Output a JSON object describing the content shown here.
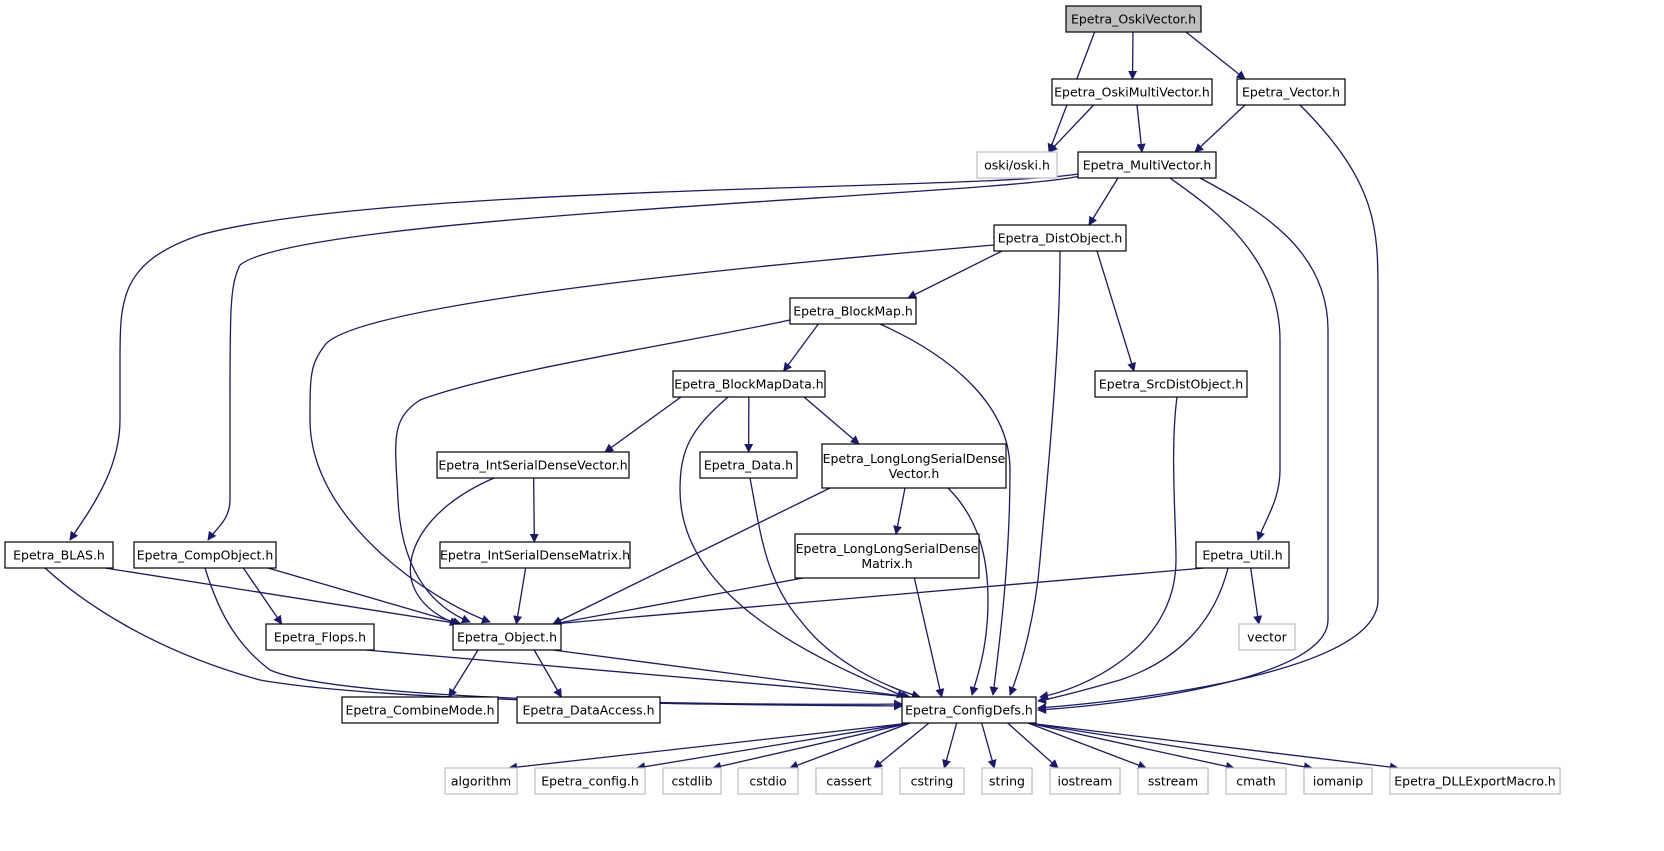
{
  "diagram": {
    "colors": {
      "edge": "#191970",
      "node_border": "#000000",
      "external_border": "#bfbfbf",
      "root_fill": "#bfbfbf",
      "node_fill": "#ffffff"
    },
    "nodes": [
      {
        "id": "oskivector",
        "lines": [
          "Epetra_OskiVector.h"
        ],
        "kind": "root"
      },
      {
        "id": "oskimultivector",
        "lines": [
          "Epetra_OskiMultiVector.h"
        ],
        "kind": "internal"
      },
      {
        "id": "vector",
        "lines": [
          "Epetra_Vector.h"
        ],
        "kind": "internal"
      },
      {
        "id": "oski",
        "lines": [
          "oski/oski.h"
        ],
        "kind": "external"
      },
      {
        "id": "multivector",
        "lines": [
          "Epetra_MultiVector.h"
        ],
        "kind": "internal"
      },
      {
        "id": "distobject",
        "lines": [
          "Epetra_DistObject.h"
        ],
        "kind": "internal"
      },
      {
        "id": "blockmap",
        "lines": [
          "Epetra_BlockMap.h"
        ],
        "kind": "internal"
      },
      {
        "id": "srcdistobject",
        "lines": [
          "Epetra_SrcDistObject.h"
        ],
        "kind": "internal"
      },
      {
        "id": "blockmapdata",
        "lines": [
          "Epetra_BlockMapData.h"
        ],
        "kind": "internal"
      },
      {
        "id": "intserialdensevector",
        "lines": [
          "Epetra_IntSerialDenseVector.h"
        ],
        "kind": "internal"
      },
      {
        "id": "data",
        "lines": [
          "Epetra_Data.h"
        ],
        "kind": "internal"
      },
      {
        "id": "longlongserialdensevector",
        "lines": [
          "Epetra_LongLongSerialDense",
          "Vector.h"
        ],
        "kind": "internal"
      },
      {
        "id": "blas",
        "lines": [
          "Epetra_BLAS.h"
        ],
        "kind": "internal"
      },
      {
        "id": "compobject",
        "lines": [
          "Epetra_CompObject.h"
        ],
        "kind": "internal"
      },
      {
        "id": "intserialdensematrix",
        "lines": [
          "Epetra_IntSerialDenseMatrix.h"
        ],
        "kind": "internal"
      },
      {
        "id": "longlongserialdensematrix",
        "lines": [
          "Epetra_LongLongSerialDense",
          "Matrix.h"
        ],
        "kind": "internal"
      },
      {
        "id": "util",
        "lines": [
          "Epetra_Util.h"
        ],
        "kind": "internal"
      },
      {
        "id": "flops",
        "lines": [
          "Epetra_Flops.h"
        ],
        "kind": "internal"
      },
      {
        "id": "object",
        "lines": [
          "Epetra_Object.h"
        ],
        "kind": "internal"
      },
      {
        "id": "vectorstd",
        "lines": [
          "vector"
        ],
        "kind": "external"
      },
      {
        "id": "combinemode",
        "lines": [
          "Epetra_CombineMode.h"
        ],
        "kind": "internal"
      },
      {
        "id": "dataaccess",
        "lines": [
          "Epetra_DataAccess.h"
        ],
        "kind": "internal"
      },
      {
        "id": "configdefs",
        "lines": [
          "Epetra_ConfigDefs.h"
        ],
        "kind": "internal"
      },
      {
        "id": "algorithm",
        "lines": [
          "algorithm"
        ],
        "kind": "external"
      },
      {
        "id": "config",
        "lines": [
          "Epetra_config.h"
        ],
        "kind": "external"
      },
      {
        "id": "cstdlib",
        "lines": [
          "cstdlib"
        ],
        "kind": "external"
      },
      {
        "id": "cstdio",
        "lines": [
          "cstdio"
        ],
        "kind": "external"
      },
      {
        "id": "cassert",
        "lines": [
          "cassert"
        ],
        "kind": "external"
      },
      {
        "id": "cstring",
        "lines": [
          "cstring"
        ],
        "kind": "external"
      },
      {
        "id": "string",
        "lines": [
          "string"
        ],
        "kind": "external"
      },
      {
        "id": "iostream",
        "lines": [
          "iostream"
        ],
        "kind": "external"
      },
      {
        "id": "sstream",
        "lines": [
          "sstream"
        ],
        "kind": "external"
      },
      {
        "id": "cmath",
        "lines": [
          "cmath"
        ],
        "kind": "external"
      },
      {
        "id": "iomanip",
        "lines": [
          "iomanip"
        ],
        "kind": "external"
      },
      {
        "id": "dllexport",
        "lines": [
          "Epetra_DLLExportMacro.h"
        ],
        "kind": "external"
      }
    ],
    "edges": [
      {
        "from": "oskivector",
        "to": "oskimultivector"
      },
      {
        "from": "oskivector",
        "to": "vector"
      },
      {
        "from": "oskivector",
        "to": "oski"
      },
      {
        "from": "oskimultivector",
        "to": "oski"
      },
      {
        "from": "oskimultivector",
        "to": "multivector"
      },
      {
        "from": "vector",
        "to": "multivector"
      },
      {
        "from": "vector",
        "to": "configdefs"
      },
      {
        "from": "multivector",
        "to": "distobject"
      },
      {
        "from": "multivector",
        "to": "blas"
      },
      {
        "from": "multivector",
        "to": "compobject"
      },
      {
        "from": "multivector",
        "to": "util"
      },
      {
        "from": "multivector",
        "to": "configdefs"
      },
      {
        "from": "distobject",
        "to": "blockmap"
      },
      {
        "from": "distobject",
        "to": "srcdistobject"
      },
      {
        "from": "distobject",
        "to": "object"
      },
      {
        "from": "distobject",
        "to": "configdefs"
      },
      {
        "from": "blockmap",
        "to": "blockmapdata"
      },
      {
        "from": "blockmap",
        "to": "object"
      },
      {
        "from": "blockmap",
        "to": "configdefs"
      },
      {
        "from": "srcdistobject",
        "to": "configdefs"
      },
      {
        "from": "blockmapdata",
        "to": "intserialdensevector"
      },
      {
        "from": "blockmapdata",
        "to": "data"
      },
      {
        "from": "blockmapdata",
        "to": "longlongserialdensevector"
      },
      {
        "from": "blockmapdata",
        "to": "configdefs"
      },
      {
        "from": "intserialdensevector",
        "to": "intserialdensematrix"
      },
      {
        "from": "intserialdensevector",
        "to": "object"
      },
      {
        "from": "intserialdensematrix",
        "to": "object"
      },
      {
        "from": "data",
        "to": "configdefs"
      },
      {
        "from": "longlongserialdensevector",
        "to": "longlongserialdensematrix"
      },
      {
        "from": "longlongserialdensevector",
        "to": "object"
      },
      {
        "from": "longlongserialdensevector",
        "to": "configdefs"
      },
      {
        "from": "longlongserialdensematrix",
        "to": "object"
      },
      {
        "from": "longlongserialdensematrix",
        "to": "configdefs"
      },
      {
        "from": "blas",
        "to": "object"
      },
      {
        "from": "blas",
        "to": "configdefs"
      },
      {
        "from": "compobject",
        "to": "flops"
      },
      {
        "from": "compobject",
        "to": "object"
      },
      {
        "from": "compobject",
        "to": "configdefs"
      },
      {
        "from": "flops",
        "to": "configdefs"
      },
      {
        "from": "util",
        "to": "object"
      },
      {
        "from": "util",
        "to": "vectorstd"
      },
      {
        "from": "util",
        "to": "configdefs"
      },
      {
        "from": "object",
        "to": "combinemode"
      },
      {
        "from": "object",
        "to": "dataaccess"
      },
      {
        "from": "object",
        "to": "configdefs"
      },
      {
        "from": "configdefs",
        "to": "algorithm"
      },
      {
        "from": "configdefs",
        "to": "config"
      },
      {
        "from": "configdefs",
        "to": "cstdlib"
      },
      {
        "from": "configdefs",
        "to": "cstdio"
      },
      {
        "from": "configdefs",
        "to": "cassert"
      },
      {
        "from": "configdefs",
        "to": "cstring"
      },
      {
        "from": "configdefs",
        "to": "string"
      },
      {
        "from": "configdefs",
        "to": "iostream"
      },
      {
        "from": "configdefs",
        "to": "sstream"
      },
      {
        "from": "configdefs",
        "to": "cmath"
      },
      {
        "from": "configdefs",
        "to": "iomanip"
      },
      {
        "from": "configdefs",
        "to": "dllexport"
      }
    ]
  }
}
